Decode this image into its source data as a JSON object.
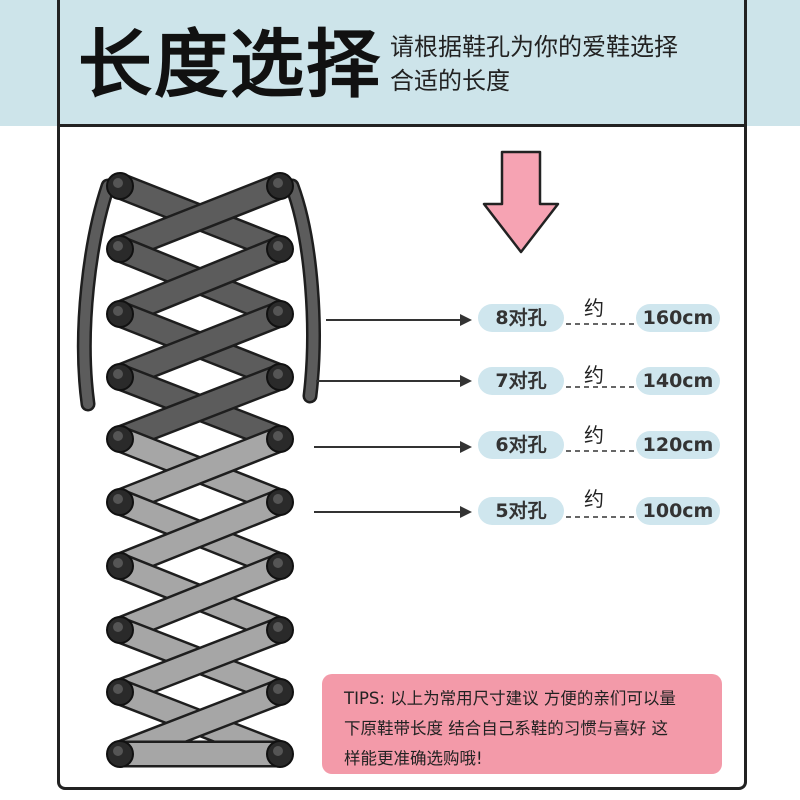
{
  "header": {
    "title": "长度选择",
    "subtitle_line1": "请根据鞋孔为你的爱鞋选择",
    "subtitle_line2": "合适的长度"
  },
  "colors": {
    "header_bg": "#cde4ea",
    "arrow_pink": "#f6a3b3",
    "pill_bg": "#cfe6ee",
    "tips_bg": "#f39aa9",
    "lace_dark": "#5c5c5c",
    "lace_light": "#a6a6a6"
  },
  "icons": [
    "down-arrow-icon",
    "shoelace-illustration"
  ],
  "options": [
    {
      "holes": "8对孔",
      "about": "约",
      "length": "160cm"
    },
    {
      "holes": "7对孔",
      "about": "约",
      "length": "140cm"
    },
    {
      "holes": "6对孔",
      "about": "约",
      "length": "120cm"
    },
    {
      "holes": "5对孔",
      "about": "约",
      "length": "100cm"
    }
  ],
  "tips": {
    "line1": "TIPS: 以上为常用尺寸建议 方便的亲们可以量",
    "line2": "下原鞋带长度 结合自己系鞋的习惯与喜好 这",
    "line3": "样能更准确选购哦!"
  }
}
